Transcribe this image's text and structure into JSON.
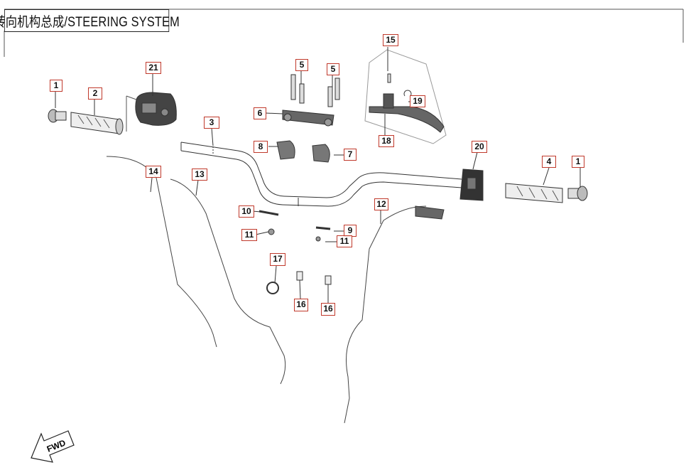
{
  "title": "转向机构总成/STEERING SYSTEM",
  "fwd_label": "FWD",
  "callouts": {
    "c1_left": "1",
    "c1_right": "1",
    "c2": "2",
    "c3": "3",
    "c4": "4",
    "c5_left": "5",
    "c5_right": "5",
    "c6": "6",
    "c7": "7",
    "c8": "8",
    "c9": "9",
    "c10": "10",
    "c11_left": "11",
    "c11_right": "11",
    "c12": "12",
    "c13": "13",
    "c14": "14",
    "c15": "15",
    "c16_left": "16",
    "c16_right": "16",
    "c17": "17",
    "c18": "18",
    "c19": "19",
    "c20": "20",
    "c21": "21"
  },
  "colors": {
    "callout_border": "#c0392b",
    "line": "#333333"
  }
}
